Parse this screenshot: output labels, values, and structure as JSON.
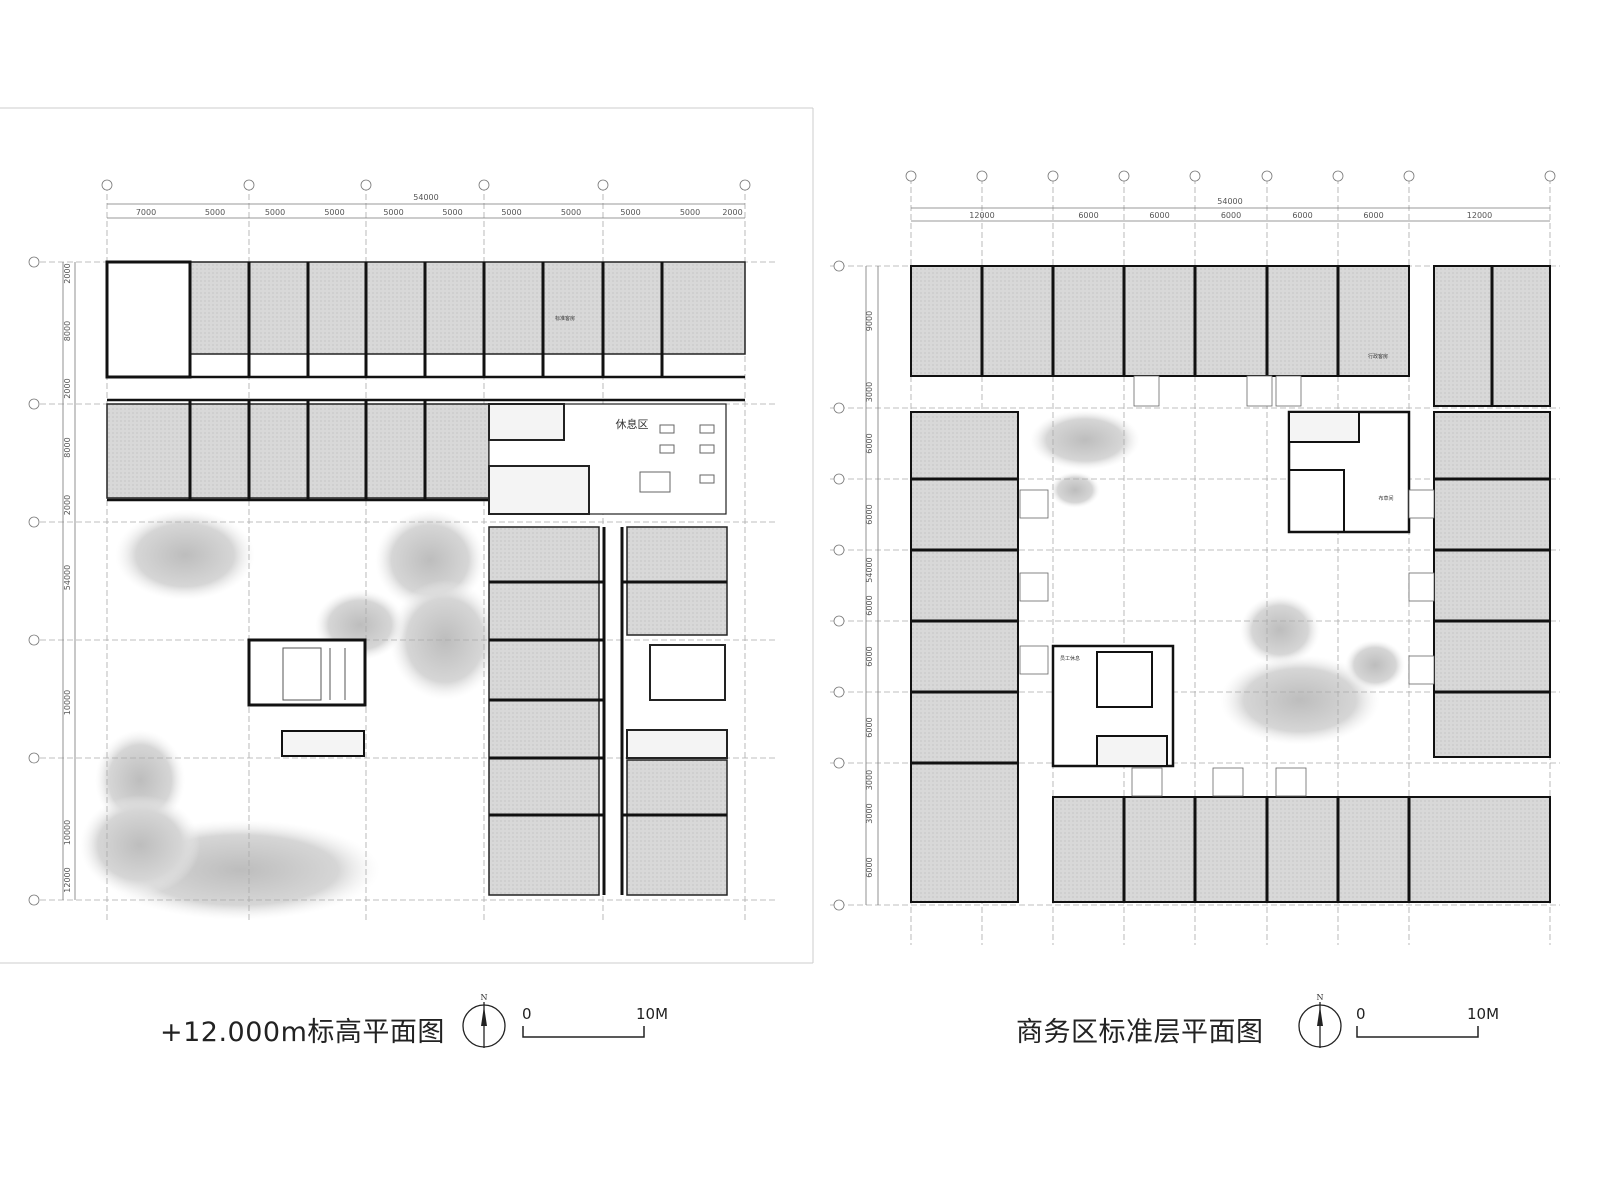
{
  "left_plan": {
    "title": "+12.000m标高平面图",
    "overall_dimension": "54000",
    "top_dimensions": [
      "7000",
      "5000",
      "5000",
      "5000",
      "5000",
      "5000",
      "5000",
      "5000",
      "5000",
      "5000",
      "2000"
    ],
    "side_dimensions": [
      "2000",
      "8000",
      "2000",
      "8000",
      "2000",
      "54000",
      "10000",
      "10000",
      "12000"
    ],
    "room_labels": {
      "lounge": "休息区",
      "room_type": "标准客房"
    },
    "scale": {
      "start": "0",
      "end": "10M"
    },
    "north": "N"
  },
  "right_plan": {
    "title": "商务区标准层平面图",
    "overall_dimension": "54000",
    "top_dimensions": [
      "12000",
      "6000",
      "6000",
      "6000",
      "6000",
      "6000",
      "12000"
    ],
    "side_dimensions": [
      "9000",
      "3000",
      "6000",
      "6000",
      "54000",
      "6000",
      "6000",
      "6000",
      "3000",
      "3000",
      "6000"
    ],
    "room_labels": {
      "staff_lounge": "员工休息",
      "admin_room": "行政客房",
      "linen_room": "布草间"
    },
    "scale": {
      "start": "0",
      "end": "10M"
    },
    "north": "N"
  }
}
